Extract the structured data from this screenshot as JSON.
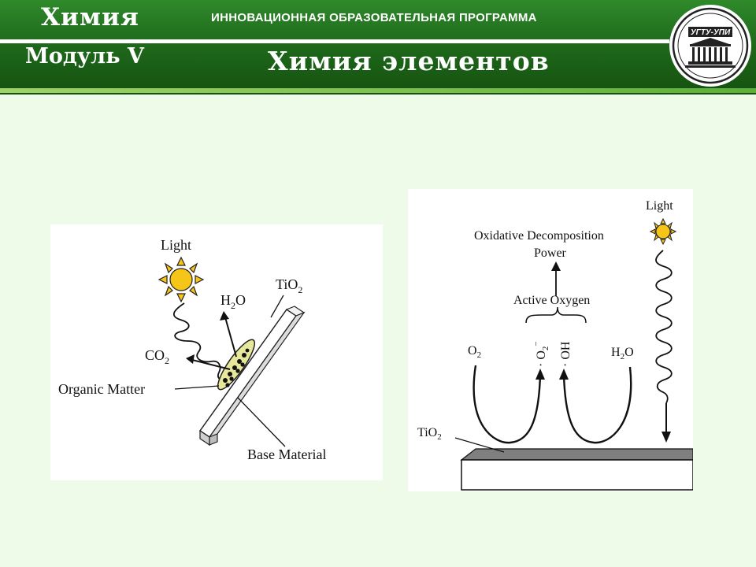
{
  "header": {
    "subject": "Химия",
    "program": "ИННОВАЦИОННАЯ ОБРАЗОВАТЕЛЬНАЯ ПРОГРАММА",
    "module": "Модуль V",
    "title": "Химия элементов",
    "logo_text": "УГТУ-УПИ"
  },
  "left_diagram": {
    "light": "Light",
    "h2o_main": "H",
    "h2o_sub": "2",
    "h2o_tail": "O",
    "tio2_main": "TiO",
    "tio2_sub": "2",
    "co2_main": "CO",
    "co2_sub": "2",
    "organic": "Organic Matter",
    "base": "Base Material"
  },
  "right_diagram": {
    "oxidative": "Oxidative Decomposition",
    "power": "Power",
    "active": "Active Oxygen",
    "light": "Light",
    "o2_main": "O",
    "o2_sub": "2",
    "o2_rad": "· O",
    "o2_rad_sub": "2",
    "o2_rad_sup": "−",
    "oh_rad": "· OH",
    "h2o_main": "H",
    "h2o_sub": "2",
    "h2o_tail": "O",
    "tio2_main": "TiO",
    "tio2_sub": "2"
  },
  "colors": {
    "header_green": "#1f6a1c",
    "background": "#eefbe9",
    "sun_yellow": "#f5c518",
    "organic_fill": "#e6e79a"
  }
}
